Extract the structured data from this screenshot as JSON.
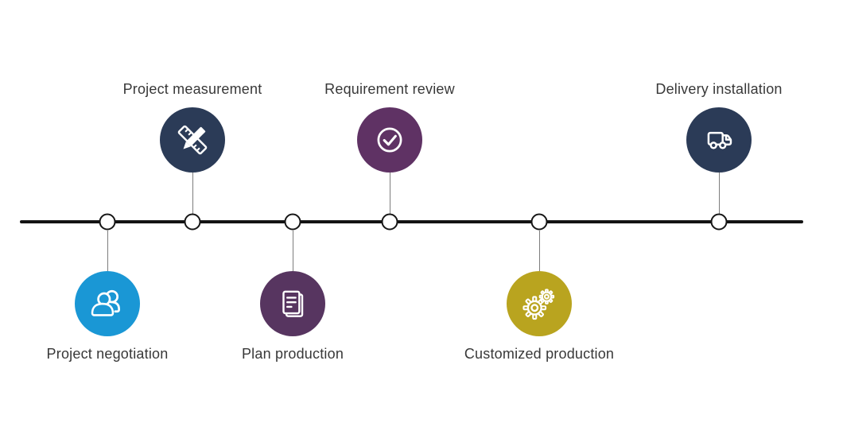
{
  "diagram": {
    "type": "process-timeline",
    "line_color": "#141414",
    "node_fill": "#ffffff",
    "node_stroke": "#161616",
    "connector_color": "#7d7d7d",
    "label_color": "#383838"
  },
  "milestones": [
    {
      "label": "Project negotiation",
      "position": "below",
      "color": "#1A97D5",
      "icon": "people-icon"
    },
    {
      "label": "Project measurement",
      "position": "above",
      "color": "#2B3B57",
      "icon": "ruler-pencil-icon"
    },
    {
      "label": "Plan production",
      "position": "below",
      "color": "#573560",
      "icon": "document-icon"
    },
    {
      "label": "Requirement review",
      "position": "above",
      "color": "#5F3264",
      "icon": "check-circle-icon"
    },
    {
      "label": "Customized production",
      "position": "below",
      "color": "#B9A41F",
      "icon": "gears-icon"
    },
    {
      "label": "Delivery installation",
      "position": "above",
      "color": "#2B3B57",
      "icon": "truck-icon"
    }
  ]
}
